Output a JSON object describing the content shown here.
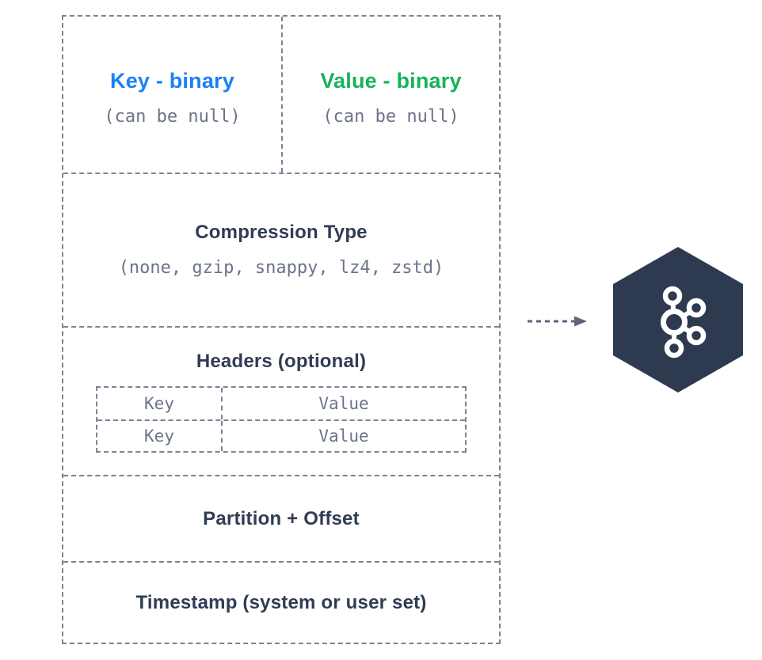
{
  "message": {
    "key": {
      "title": "Key - binary",
      "subtitle": "(can be null)"
    },
    "value": {
      "title": "Value - binary",
      "subtitle": "(can be null)"
    },
    "compression": {
      "title": "Compression Type",
      "subtitle": "(none, gzip, snappy, lz4, zstd)"
    },
    "headers": {
      "title": "Headers (optional)",
      "rows": [
        {
          "key": "Key",
          "value": "Value"
        },
        {
          "key": "Key",
          "value": "Value"
        }
      ]
    },
    "partition": {
      "title": "Partition + Offset"
    },
    "timestamp": {
      "title": "Timestamp (system or user set)"
    }
  },
  "icons": {
    "arrow": "dashed-right-arrow",
    "kafka": "kafka-logo-hexagon"
  },
  "colors": {
    "key_title": "#1a80f6",
    "value_title": "#16b35a",
    "heading": "#303c55",
    "mono_text": "#6b7488",
    "dashed_border": "#7b8496",
    "hexagon": "#2e3a50",
    "arrow": "#5c6578",
    "background": "#ffffff"
  }
}
